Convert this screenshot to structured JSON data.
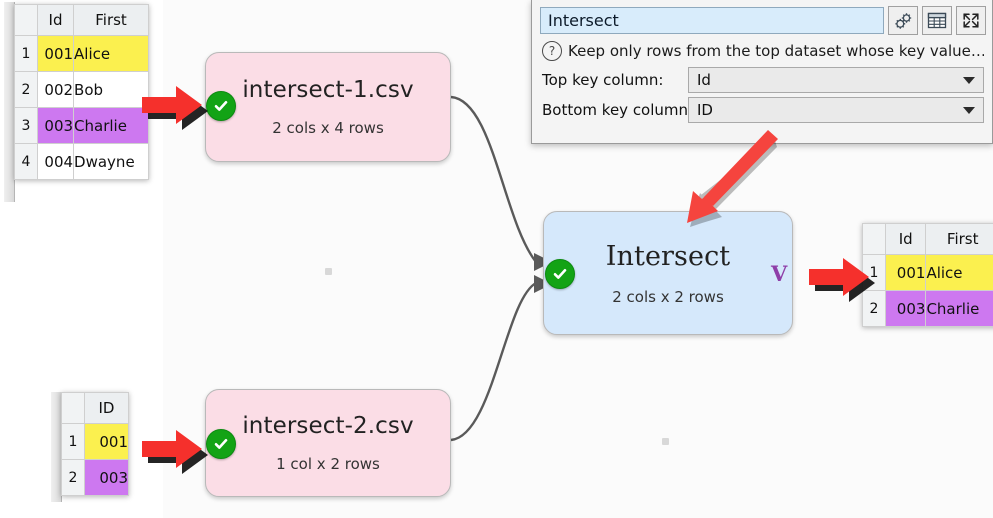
{
  "app": {
    "canvas_background": "#fbfbfb",
    "node_source_color": "#fbdde6",
    "node_op_color": "#d5e8fb",
    "accent_red": "#f44336",
    "ok_green": "#13a315",
    "highlight_yellow": "#fbf04f",
    "highlight_purple": "#cd78f0"
  },
  "settings_panel": {
    "title_value": "Intersect",
    "hint_text": "Keep only rows from the top dataset whose key value…",
    "help_icon": "question-circle-icon",
    "buttons": [
      {
        "name": "gears-icon",
        "label": ""
      },
      {
        "name": "table-icon",
        "label": ""
      },
      {
        "name": "expand-icon",
        "label": ""
      }
    ],
    "fields": [
      {
        "label": "Top key column:",
        "value": "Id"
      },
      {
        "label": "Bottom key column:",
        "value": "ID"
      }
    ]
  },
  "nodes": [
    {
      "title": "intersect-1.csv",
      "subtitle": "2 cols x 4 rows",
      "status": "ok",
      "kind": "source"
    },
    {
      "title": "intersect-2.csv",
      "subtitle": "1 col x 2 rows",
      "status": "ok",
      "kind": "source"
    },
    {
      "title": "Intersect",
      "subtitle": "2 cols x 2 rows",
      "status": "ok",
      "kind": "operation",
      "badge": "V"
    }
  ],
  "tables": {
    "top_left": {
      "columns": [
        "",
        "Id",
        "First"
      ],
      "rows": [
        {
          "n": "1",
          "id": "001",
          "first": "Alice",
          "highlight": "yellow"
        },
        {
          "n": "2",
          "id": "002",
          "first": "Bob",
          "highlight": "none"
        },
        {
          "n": "3",
          "id": "003",
          "first": "Charlie",
          "highlight": "purple"
        },
        {
          "n": "4",
          "id": "004",
          "first": "Dwayne",
          "highlight": "none"
        }
      ]
    },
    "bottom_left": {
      "columns": [
        "",
        "ID"
      ],
      "rows": [
        {
          "n": "1",
          "id": "001",
          "highlight": "yellow"
        },
        {
          "n": "2",
          "id": "003",
          "highlight": "purple"
        }
      ]
    },
    "result": {
      "columns": [
        "",
        "Id",
        "First"
      ],
      "rows": [
        {
          "n": "1",
          "id": "001",
          "first": "Alice",
          "highlight": "yellow"
        },
        {
          "n": "2",
          "id": "003",
          "first": "Charlie",
          "highlight": "purple"
        }
      ]
    }
  },
  "annotations": [
    {
      "name": "arrow-to-node-1",
      "type": "cursor-arrow-right"
    },
    {
      "name": "arrow-to-node-2",
      "type": "cursor-arrow-right"
    },
    {
      "name": "arrow-to-result-table",
      "type": "cursor-arrow-right"
    },
    {
      "name": "arrow-to-intersect",
      "type": "pointer-arrow-diagonal"
    }
  ]
}
